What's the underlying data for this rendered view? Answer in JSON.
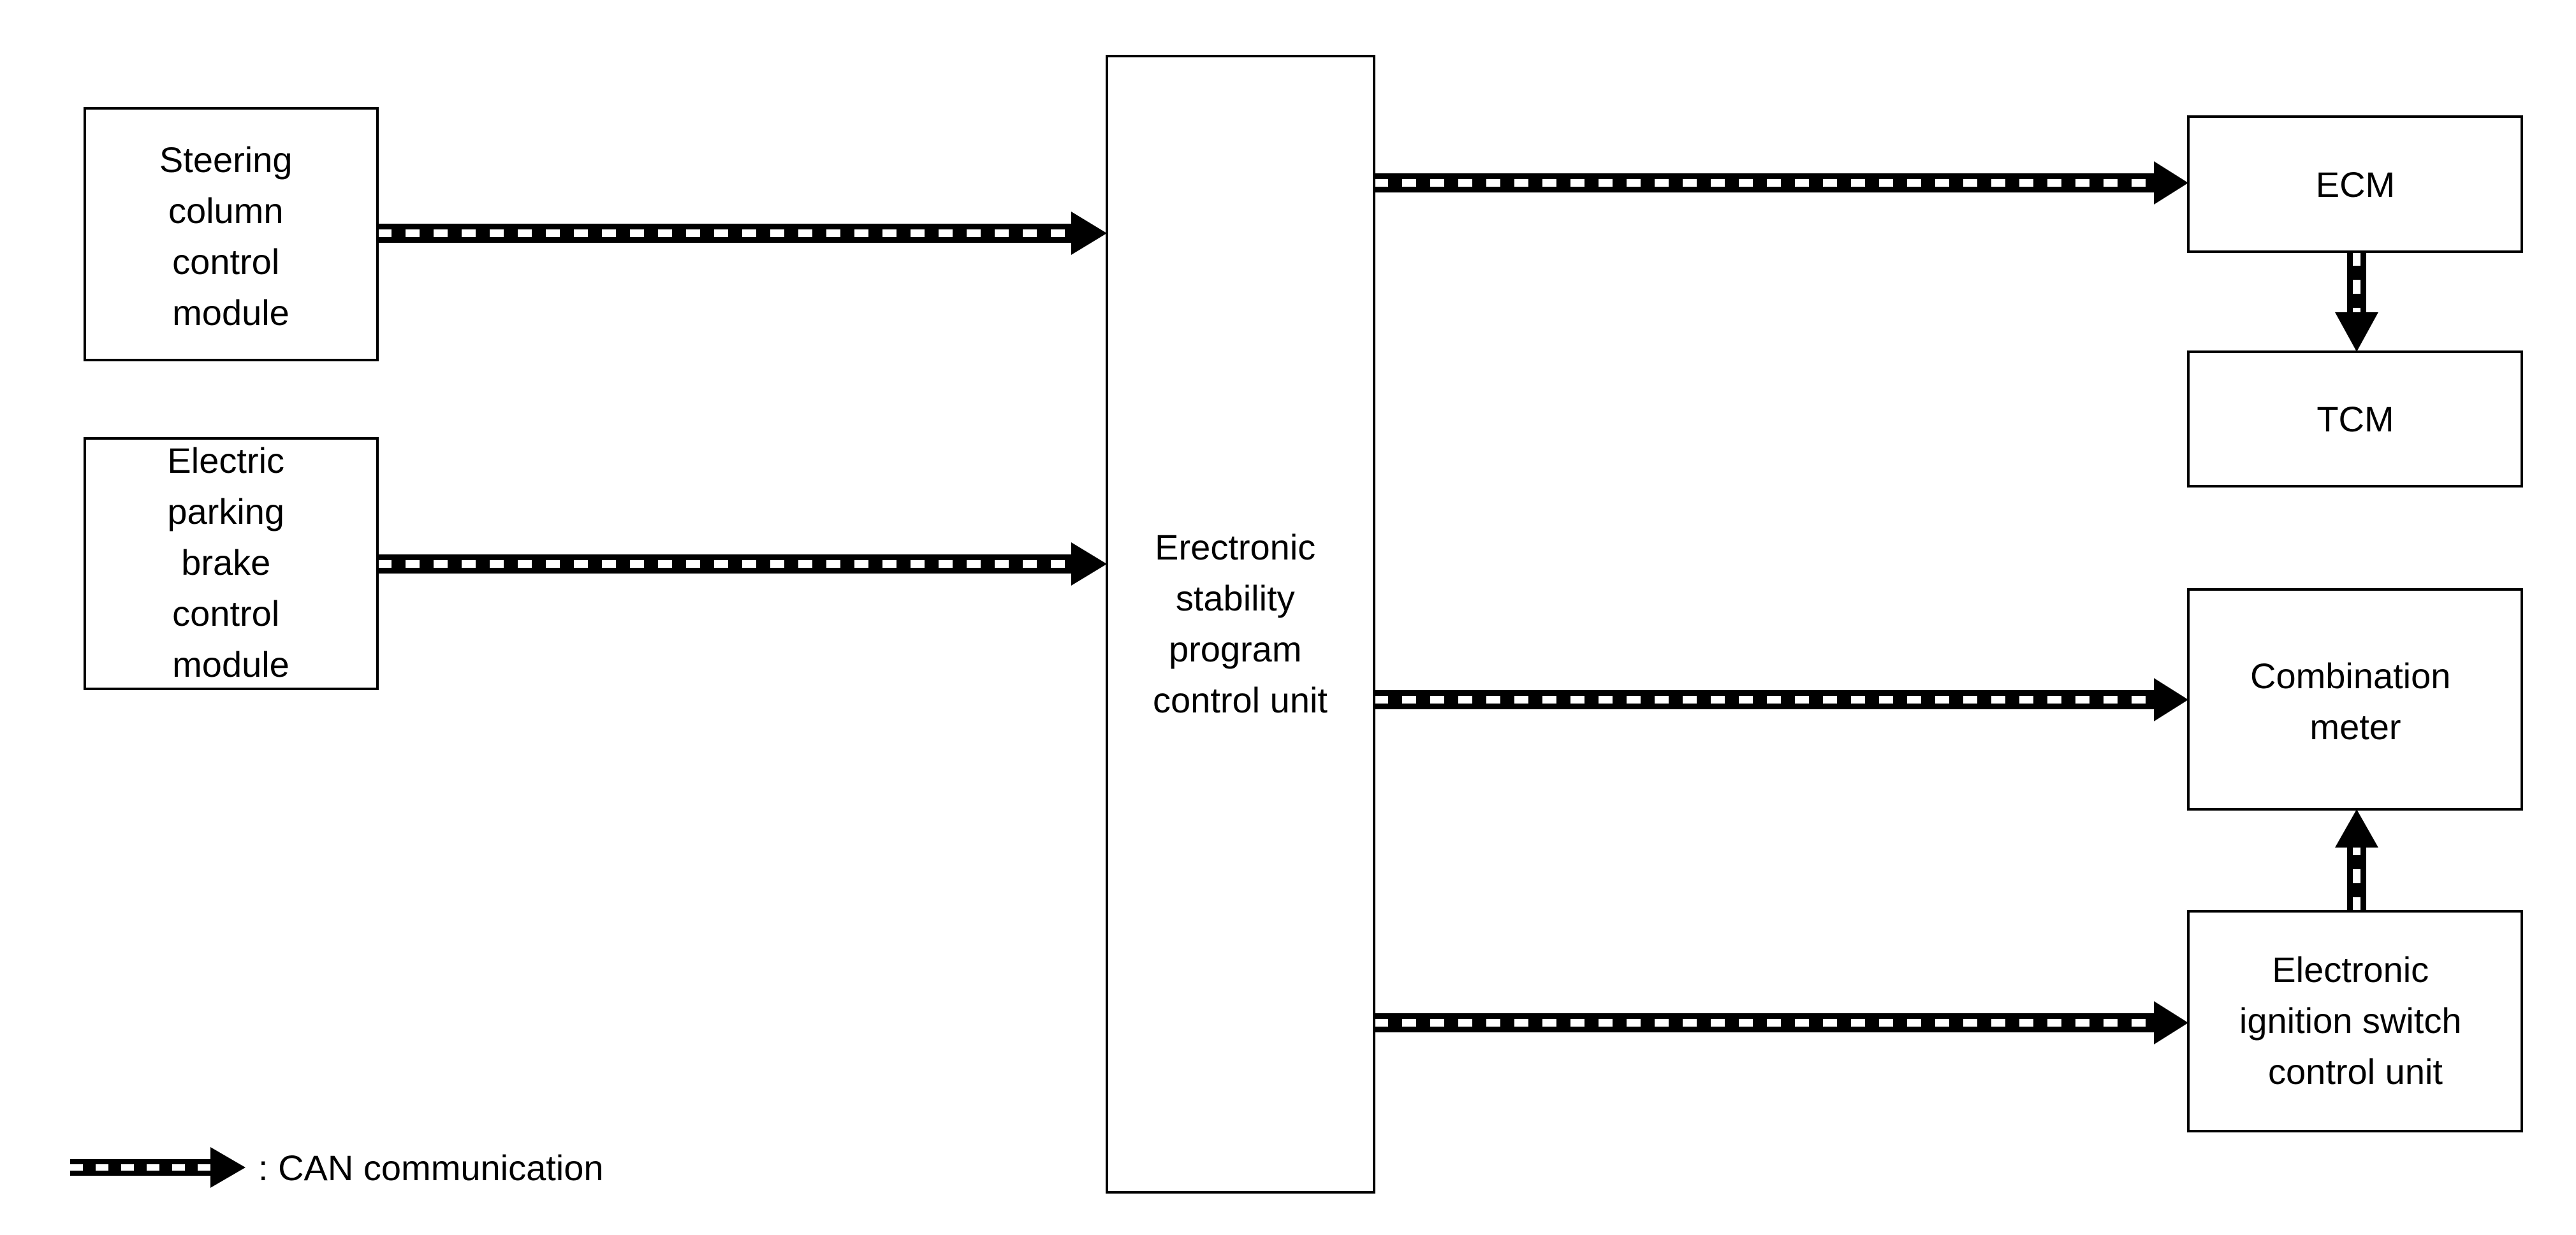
{
  "nodes": {
    "steering": {
      "lines": [
        "Steering",
        "column",
        "control",
        "module"
      ]
    },
    "parking": {
      "lines": [
        "Electric",
        "parking",
        "brake",
        "control",
        "module"
      ]
    },
    "esp": {
      "lines": [
        "Erectronic",
        "stability",
        "program",
        "control unit"
      ]
    },
    "ecm": {
      "lines": [
        "ECM"
      ]
    },
    "tcm": {
      "lines": [
        "TCM"
      ]
    },
    "meter": {
      "lines": [
        "Combination",
        "meter"
      ]
    },
    "ignition": {
      "lines": [
        "Electronic",
        "ignition switch",
        "control unit"
      ]
    }
  },
  "legend": {
    "label": ": CAN communication"
  },
  "colors": {
    "line": "#000000",
    "background": "#ffffff"
  }
}
